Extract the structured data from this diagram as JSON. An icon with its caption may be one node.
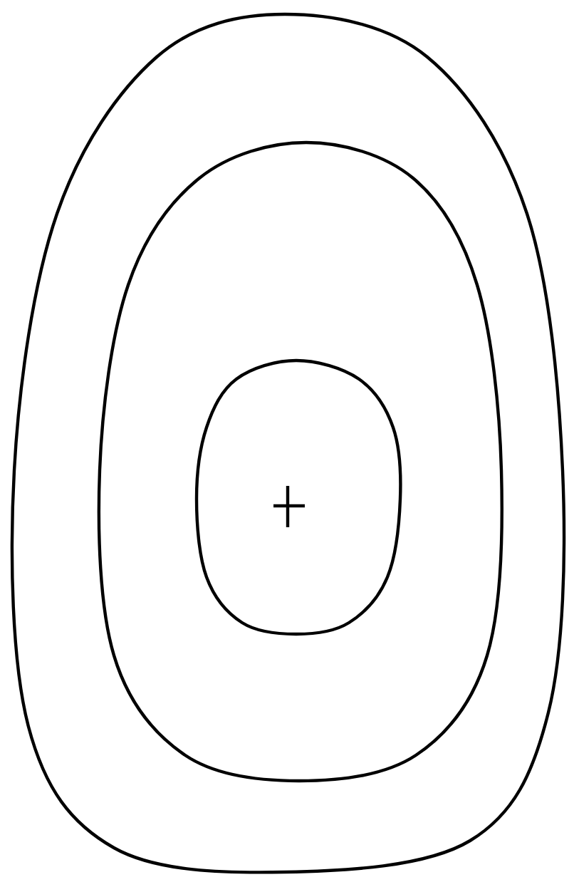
{
  "diagram": {
    "nodes": [
      {
        "text": [],
        "shape": "oval"
      },
      {
        "text": [],
        "shape": "oval",
        "in": 0
      },
      {
        "text": [],
        "shape": "oval",
        "in": 1
      }
    ]
  }
}
